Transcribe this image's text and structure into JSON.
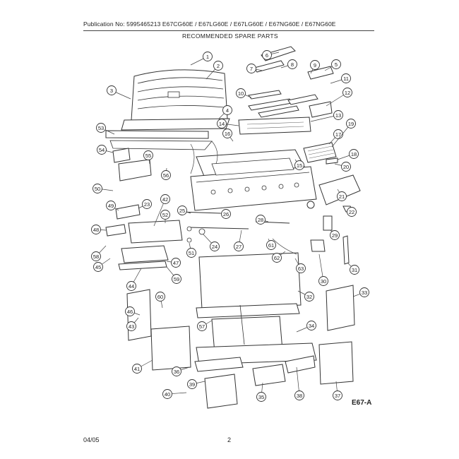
{
  "header": {
    "publication": "Publication No: 5995465213     E67CG60E / E67LG60E / E67LG60E / E67NG60E / E67NG60E",
    "title": "RECOMMENDED SPARE PARTS"
  },
  "diagram": {
    "figure_ref": "E67-A",
    "callout_labels": [
      "1",
      "2",
      "3",
      "4",
      "5",
      "6",
      "7",
      "8",
      "9",
      "10",
      "11",
      "12",
      "13",
      "14",
      "15",
      "16",
      "17",
      "18",
      "19",
      "20",
      "21",
      "22",
      "23",
      "24",
      "25",
      "26",
      "27",
      "28",
      "29",
      "30",
      "31",
      "32",
      "33",
      "34",
      "35",
      "36",
      "37",
      "38",
      "39",
      "40",
      "41",
      "42",
      "43",
      "44",
      "45",
      "46",
      "47",
      "48",
      "49",
      "50",
      "51",
      "52",
      "53",
      "54",
      "55",
      "56",
      "57",
      "58",
      "59",
      "60",
      "61",
      "62",
      "63"
    ]
  },
  "footer": {
    "date": "04/05",
    "page": "2"
  }
}
